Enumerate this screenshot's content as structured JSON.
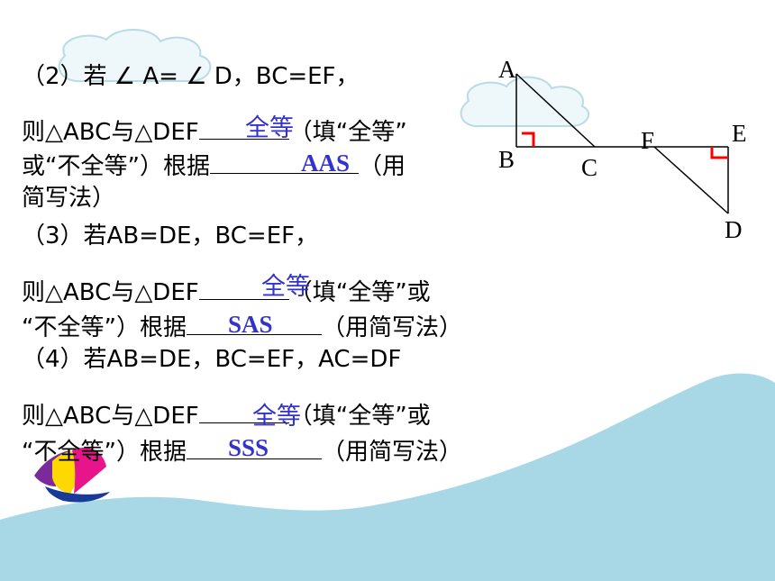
{
  "q2": {
    "line1": "（2）若 ∠ A= ∠ D，BC=EF，",
    "line2_pre": "则△ABC与△DEF",
    "line2_post": "（填“全等”",
    "line3_pre": "或“不全等”）根据",
    "line3_post": "（用",
    "line4": "简写法）",
    "answer_relation": "全等",
    "answer_reason": "AAS"
  },
  "q3": {
    "line1": "（3）若AB=DE，BC=EF，",
    "line2_pre": "则△ABC与△DEF",
    "line2_post": "（填“全等”或",
    "line3_pre": "“不全等”）根据",
    "line3_post": "（用简写法）",
    "answer_relation": "全等",
    "answer_reason": "SAS"
  },
  "q4": {
    "line1": "（4）若AB=DE，BC=EF，AC=DF",
    "line2_pre": "则△ABC与△DEF",
    "line2_post": "（填“全等”或",
    "line3_pre": "“不全等”）根据",
    "line3_post": "（用简写法）",
    "answer_relation": "全等",
    "answer_reason": "SSS"
  },
  "figure": {
    "labels": {
      "A": "A",
      "B": "B",
      "C": "C",
      "D": "D",
      "E": "E",
      "F": "F"
    },
    "line_color": "#000000",
    "right_angle_color": "#ff0000"
  },
  "decor": {
    "wave_color": "#a8d8e6",
    "cloud_color": "#e8f4f8"
  }
}
